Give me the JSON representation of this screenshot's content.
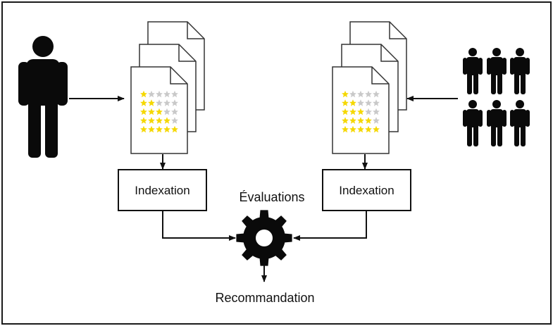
{
  "labels": {
    "index_left": "Indexation",
    "index_right": "Indexation",
    "evaluations": "Évaluations",
    "recommendation": "Recommandation"
  },
  "ratings_matrix": {
    "filled_per_row": [
      1,
      2,
      3,
      4,
      5
    ],
    "stars_per_row": 5,
    "colors": {
      "filled": "#f5d800",
      "empty": "#c9c9c9"
    }
  },
  "colors": {
    "ink": "#111111",
    "paper": "#ffffff"
  }
}
